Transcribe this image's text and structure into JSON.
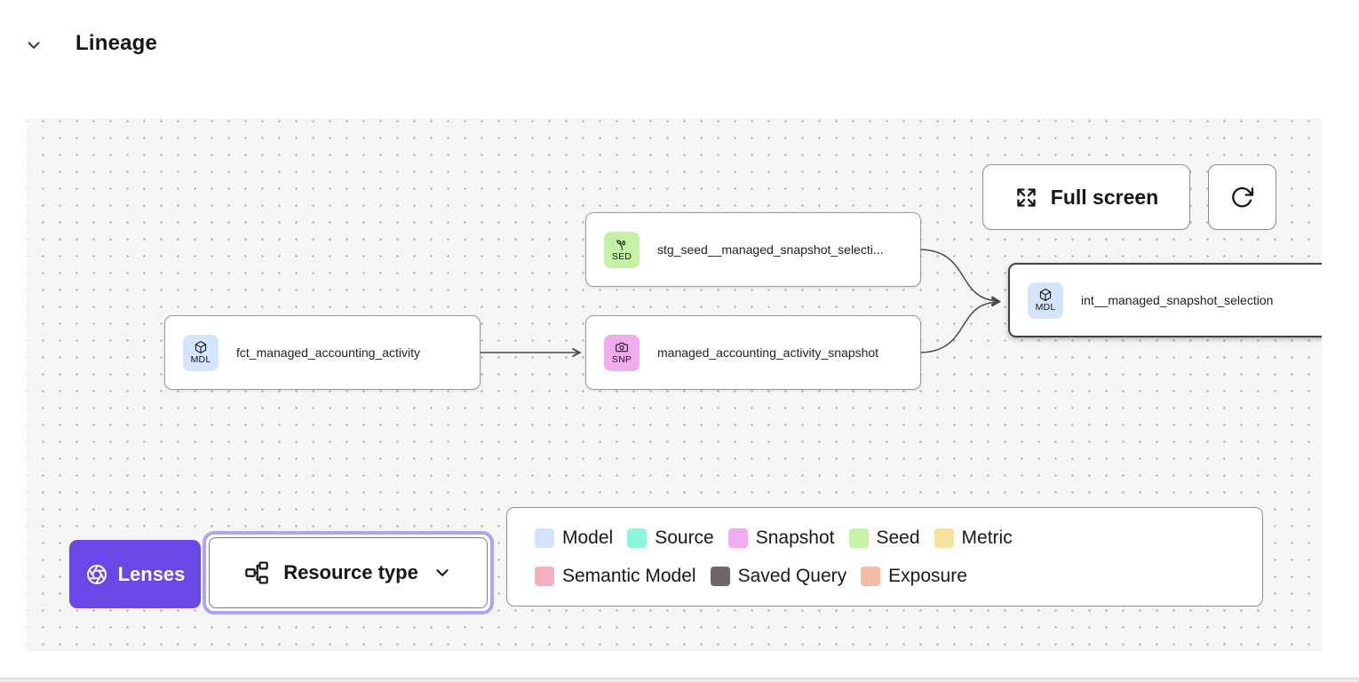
{
  "header": {
    "title": "Lineage"
  },
  "toolbar": {
    "full_screen_label": "Full screen"
  },
  "nodes": [
    {
      "badge": "SED",
      "label": "stg_seed__managed_snapshot_selecti...",
      "badge_color": "#c4f1a3",
      "icon": "seedling-icon",
      "selected": false
    },
    {
      "badge": "MDL",
      "label": "fct_managed_accounting_activity",
      "badge_color": "#d4e5fb",
      "icon": "cube-icon",
      "selected": false
    },
    {
      "badge": "SNP",
      "label": "managed_accounting_activity_snapshot",
      "badge_color": "#f0aaee",
      "icon": "camera-icon",
      "selected": false
    },
    {
      "badge": "MDL",
      "label": "int__managed_snapshot_selection",
      "badge_color": "#d4e5fb",
      "icon": "cube-icon",
      "selected": true
    }
  ],
  "controls": {
    "lenses_label": "Lenses",
    "resource_type_label": "Resource type"
  },
  "legend": {
    "items": [
      {
        "label": "Model",
        "color": "#d3e3fa"
      },
      {
        "label": "Source",
        "color": "#8bf7dd"
      },
      {
        "label": "Snapshot",
        "color": "#efabee"
      },
      {
        "label": "Seed",
        "color": "#c6f2a6"
      },
      {
        "label": "Metric",
        "color": "#f6e29e"
      },
      {
        "label": "Semantic Model",
        "color": "#f4aec0"
      },
      {
        "label": "Saved Query",
        "color": "#6b6866"
      },
      {
        "label": "Exposure",
        "color": "#f5bca3"
      }
    ]
  },
  "colors": {
    "accent_purple": "#6a48e8",
    "focus_ring": "#b1a3f3",
    "edge": "#4a4a4a"
  }
}
